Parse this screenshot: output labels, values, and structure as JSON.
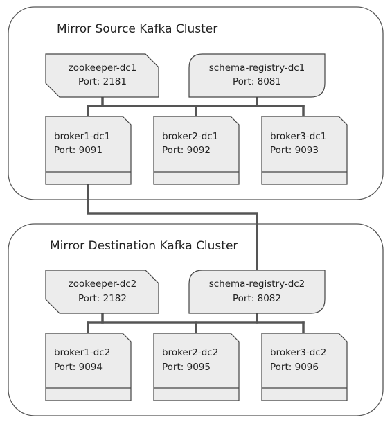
{
  "source_cluster": {
    "title": "Mirror Source Kafka Cluster",
    "zookeeper": {
      "name": "zookeeper-dc1",
      "port": "Port: 2181"
    },
    "schema_registry": {
      "name": "schema-registry-dc1",
      "port": "Port: 8081"
    },
    "brokers": [
      {
        "name": "broker1-dc1",
        "port": "Port: 9091"
      },
      {
        "name": "broker2-dc1",
        "port": "Port: 9092"
      },
      {
        "name": "broker3-dc1",
        "port": "Port: 9093"
      }
    ]
  },
  "destination_cluster": {
    "title": "Mirror Destination Kafka Cluster",
    "zookeeper": {
      "name": "zookeeper-dc2",
      "port": "Port: 2182"
    },
    "schema_registry": {
      "name": "schema-registry-dc2",
      "port": "Port: 8082"
    },
    "brokers": [
      {
        "name": "broker1-dc2",
        "port": "Port: 9094"
      },
      {
        "name": "broker2-dc2",
        "port": "Port: 9095"
      },
      {
        "name": "broker3-dc2",
        "port": "Port: 9096"
      }
    ]
  }
}
